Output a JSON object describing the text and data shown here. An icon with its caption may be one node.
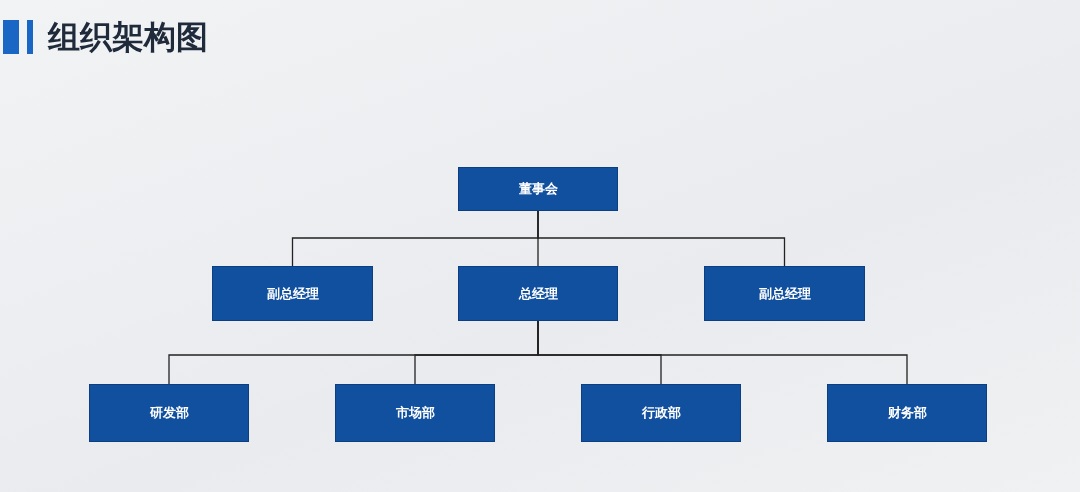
{
  "diagram": {
    "title": "组织架构图",
    "nodes": [
      {
        "text": [
          "董事会"
        ]
      },
      {
        "text": [
          "副总经理"
        ]
      },
      {
        "text": [
          "总经理"
        ]
      },
      {
        "text": [
          "副总经理"
        ]
      },
      {
        "text": [
          "研发部"
        ]
      },
      {
        "text": [
          "市场部"
        ]
      },
      {
        "text": [
          "行政部"
        ]
      },
      {
        "text": [
          "财务部"
        ]
      }
    ],
    "edges": [
      {
        "from": 0,
        "to": 1,
        "arrow": "none"
      },
      {
        "from": 0,
        "to": 2,
        "arrow": "none"
      },
      {
        "from": 0,
        "to": 3,
        "arrow": "none"
      },
      {
        "from": 2,
        "to": 4,
        "arrow": "none"
      },
      {
        "from": 2,
        "to": 5,
        "arrow": "none"
      },
      {
        "from": 2,
        "to": 6,
        "arrow": "none"
      },
      {
        "from": 2,
        "to": 7,
        "arrow": "none"
      }
    ]
  }
}
